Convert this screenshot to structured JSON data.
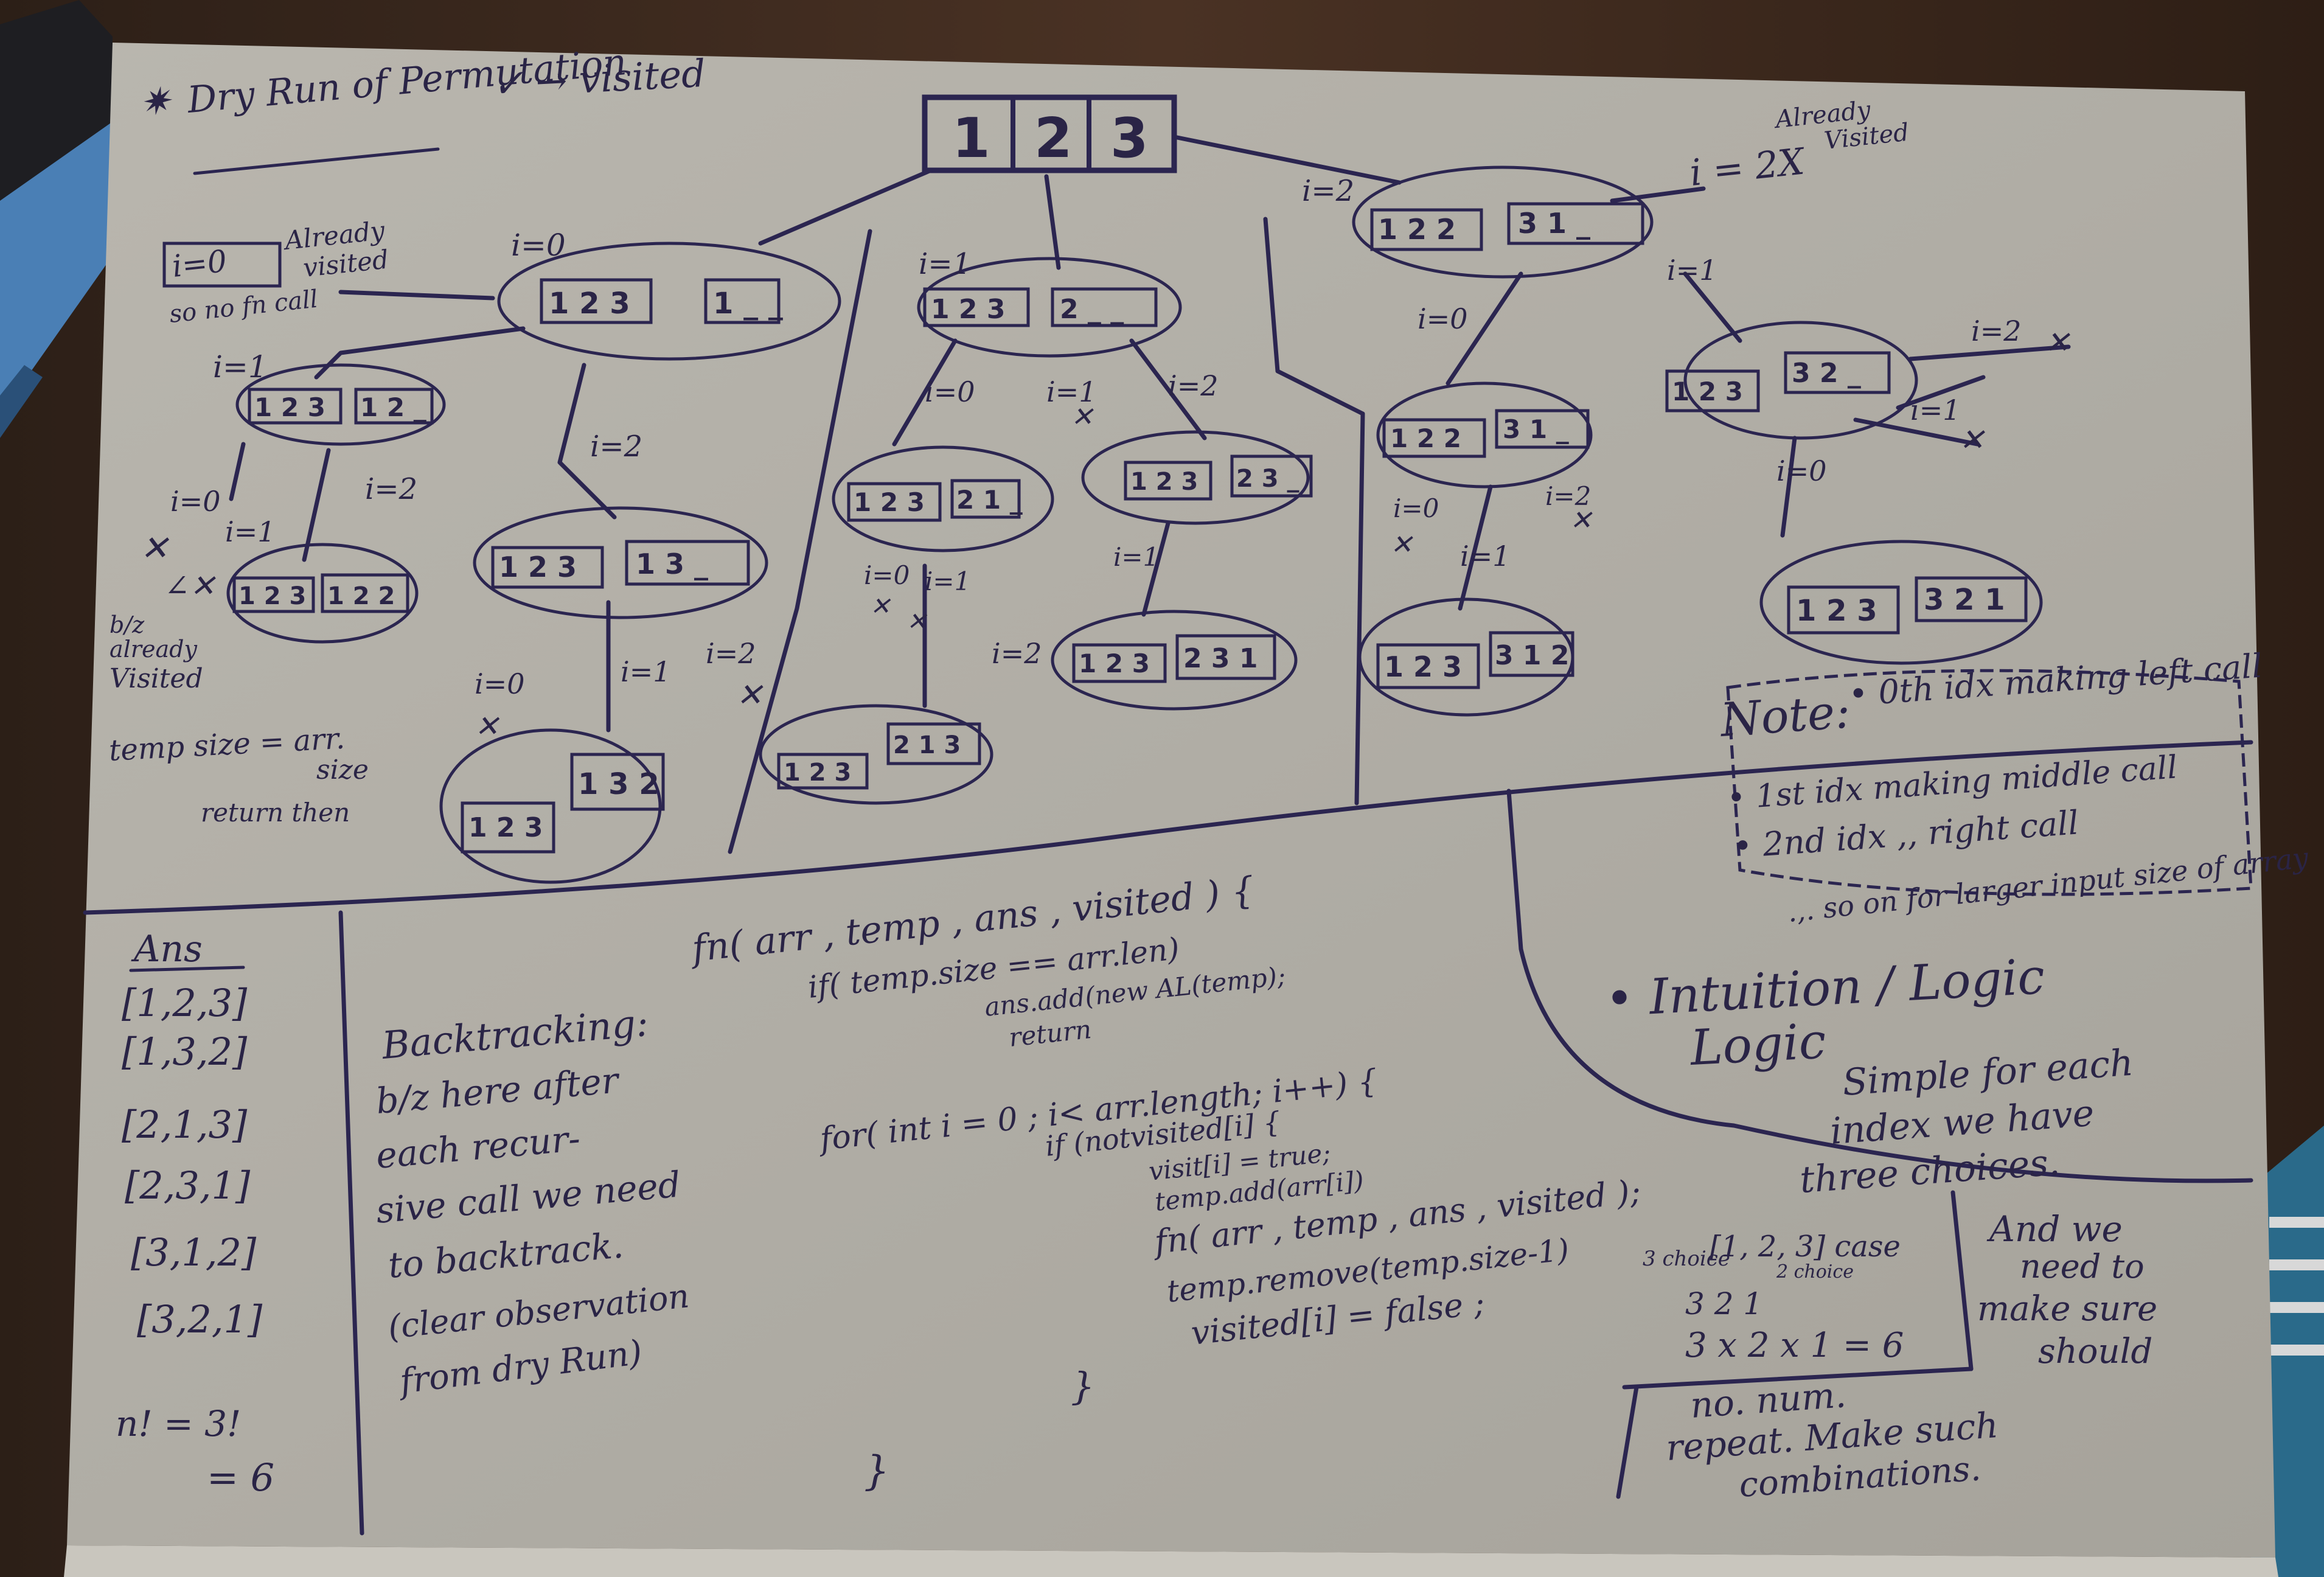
{
  "header": {
    "title": "Dry Run of Permutation",
    "legend": "✓ → visited",
    "root_array": [
      "1",
      "2",
      "3"
    ]
  },
  "tree": {
    "root_note": "i=0 Already visited so no fn call",
    "right_note": "i = 2X Already Visited",
    "branch_labels": {
      "l1": "i=0",
      "m1": "i=1",
      "r1": "i=2",
      "a": "i=1",
      "b": "i=2",
      "c": "i=0",
      "d": "i=1",
      "e": "i=2",
      "f": "i=2",
      "g": "i=0",
      "h": "i=1",
      "k": "i=2",
      "m": "i=0",
      "n": "i=1",
      "o": "i=0",
      "p": "i=2",
      "q": "i=0",
      "r": "i=1",
      "s": "i=1",
      "t": "i=2",
      "u": "i=1",
      "v": "i=0",
      "w": "i=2",
      "x": "i=0",
      "y": "i=1",
      "z": "i=2",
      "aa": "i=0",
      "ab": "i=2",
      "ac": "i=1"
    },
    "left_side_note": "b/z already Visited",
    "temp_note": "temp size = arr. size return then",
    "nodes": [
      {
        "visited": "1 2 3",
        "temp": "1 _ _"
      },
      {
        "visited": "1 2 3",
        "temp": "1 2 _"
      },
      {
        "visited": "1 2 3",
        "temp": "1 2 2"
      },
      {
        "visited": "1 2 3",
        "temp": "1 3 _"
      },
      {
        "visited": "1 2 3",
        "temp": "1 3 2"
      },
      {
        "visited": "1 2 3",
        "temp": "2 _ _"
      },
      {
        "visited": "1 2 3",
        "temp": "2 1 _"
      },
      {
        "visited": "1 2 3",
        "temp": "2 1 3"
      },
      {
        "visited": "1 2 3",
        "temp": "2 3 _"
      },
      {
        "visited": "1 2 3",
        "temp": "2 3 1"
      },
      {
        "visited": "1 2 2",
        "temp": "3 1 _"
      },
      {
        "visited": "1 2 3",
        "temp": "3 2 _"
      },
      {
        "visited": "1 2 2",
        "temp": "3 1 _"
      },
      {
        "visited": "1 2 3",
        "temp": "3 1 2"
      },
      {
        "visited": "1 2 3",
        "temp": "3 2 1"
      }
    ]
  },
  "note": {
    "title": "Note:",
    "items": [
      "• 0th idx making left call",
      "• 1st idx making middle call",
      "• 2nd idx ,, right call",
      ".,. so on for larger input size of array"
    ]
  },
  "ans": {
    "title": "Ans",
    "rows": [
      "[1,2,3]",
      "[1,3,2]",
      "[2,1,3]",
      "[2,3,1]",
      "[3,1,2]",
      "[3,2,1]"
    ],
    "footer1": "n! = 3!",
    "footer2": "= 6"
  },
  "backtracking": {
    "title": "Backtracking:",
    "lines": [
      "b/z here after",
      "each recur-",
      "sive call we need",
      "to backtrack.",
      "(clear observation",
      "from dry Run)"
    ]
  },
  "code": {
    "lines": [
      "fn( arr , temp , ans , visited ) {",
      "if( temp.size == arr.len)",
      "ans.add(new AL(temp);",
      "return",
      "for( int i = 0 ; i< arr.length; i++) {",
      "if (notvisited[i] {",
      "visit[i] = true;",
      "temp.add(arr[i])",
      "fn( arr , temp , ans , visited );",
      "temp.remove(temp.size-1)",
      "visited[i] = false ;",
      "}",
      "}"
    ]
  },
  "intuition": {
    "title": "• Intuition / Logic",
    "lines": [
      "Simple for each",
      "index we have",
      "three choices."
    ],
    "case_title": "[1, 2, 3] case",
    "case_notes": [
      "3 choice",
      "2 choice"
    ],
    "case_calc": "3 x 2 x 1 = 6",
    "case_top": "3   2   1",
    "right_lines": [
      "And we",
      "need to",
      "make sure",
      "should"
    ],
    "bottom_lines": [
      "no. num.",
      "repeat. Make such",
      "combinations."
    ]
  },
  "colors": {
    "paper": "#b3b0a8",
    "ink": "#2b2550",
    "desk": "#3a2a20",
    "pen_blue": "#4a7fb5"
  }
}
